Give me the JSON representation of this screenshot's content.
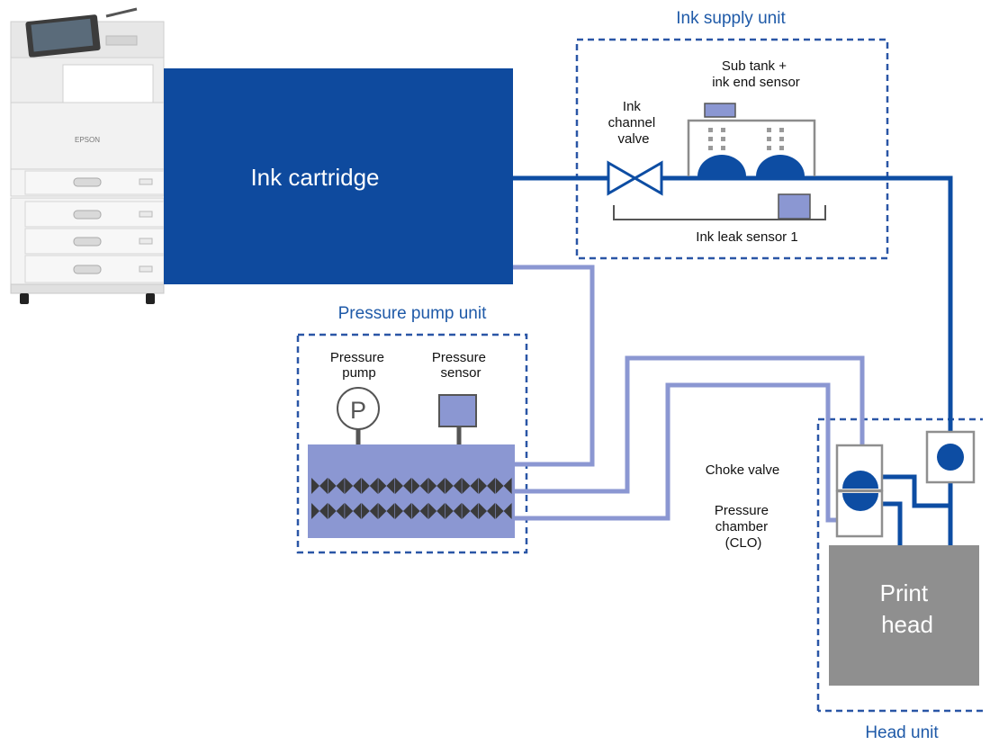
{
  "printer": {
    "brand": "EPSON"
  },
  "cartridge": {
    "label": "Ink cartridge"
  },
  "ink_supply_unit": {
    "title": "Ink supply unit",
    "sub_tank_label": [
      "Sub tank +",
      "ink end sensor"
    ],
    "valve_label": [
      "Ink",
      "channel",
      "valve"
    ],
    "leak_sensor_label": "Ink leak sensor 1"
  },
  "pressure_pump_unit": {
    "title": "Pressure pump unit",
    "pump_label": [
      "Pressure",
      "pump"
    ],
    "pump_symbol": "P",
    "sensor_label": [
      "Pressure",
      "sensor"
    ]
  },
  "head_unit": {
    "title": "Head unit",
    "print_head_label": [
      "Print",
      "head"
    ]
  },
  "labels": {
    "choke_valve": "Choke valve",
    "pressure_chamber": [
      "Pressure",
      "chamber",
      "(CLO)"
    ]
  },
  "colors": {
    "ink_line": "#0d4da3",
    "air_line": "#8b97d2",
    "unit_border": "#2a56a6",
    "unit_title": "#1f5aa8",
    "cartridge": "#0e4a9e",
    "print_head": "#8f8f8f"
  }
}
